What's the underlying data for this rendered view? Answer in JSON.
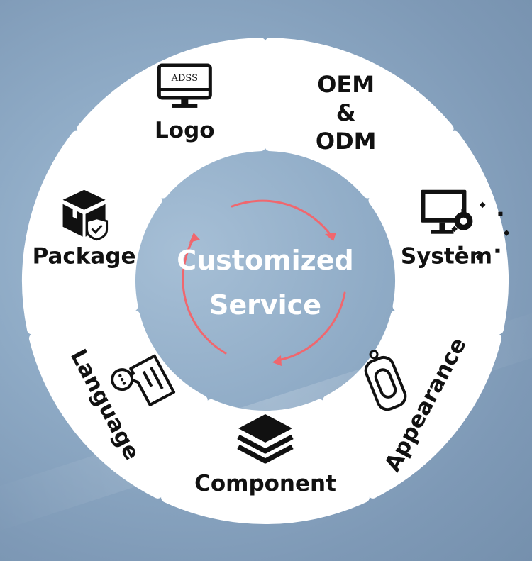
{
  "center": {
    "line1": "Customized",
    "line2": "Service",
    "ring_color": "#f0676e"
  },
  "segments": [
    {
      "id": "oem",
      "lines": [
        "OEM",
        "&",
        "ODM"
      ],
      "icon": "none"
    },
    {
      "id": "system",
      "lines": [
        "System"
      ],
      "icon": "monitor-gear-icon"
    },
    {
      "id": "appearance",
      "lines": [
        "Appearance"
      ],
      "icon": "phone-case-icon"
    },
    {
      "id": "component",
      "lines": [
        "Component"
      ],
      "icon": "layers-icon"
    },
    {
      "id": "language",
      "lines": [
        "Language"
      ],
      "icon": "chat-bubbles-icon"
    },
    {
      "id": "package",
      "lines": [
        "Package"
      ],
      "icon": "box-shield-icon"
    },
    {
      "id": "logo",
      "lines": [
        "Logo"
      ],
      "icon": "monitor-logo-icon",
      "icon_text": "ADSS"
    }
  ]
}
